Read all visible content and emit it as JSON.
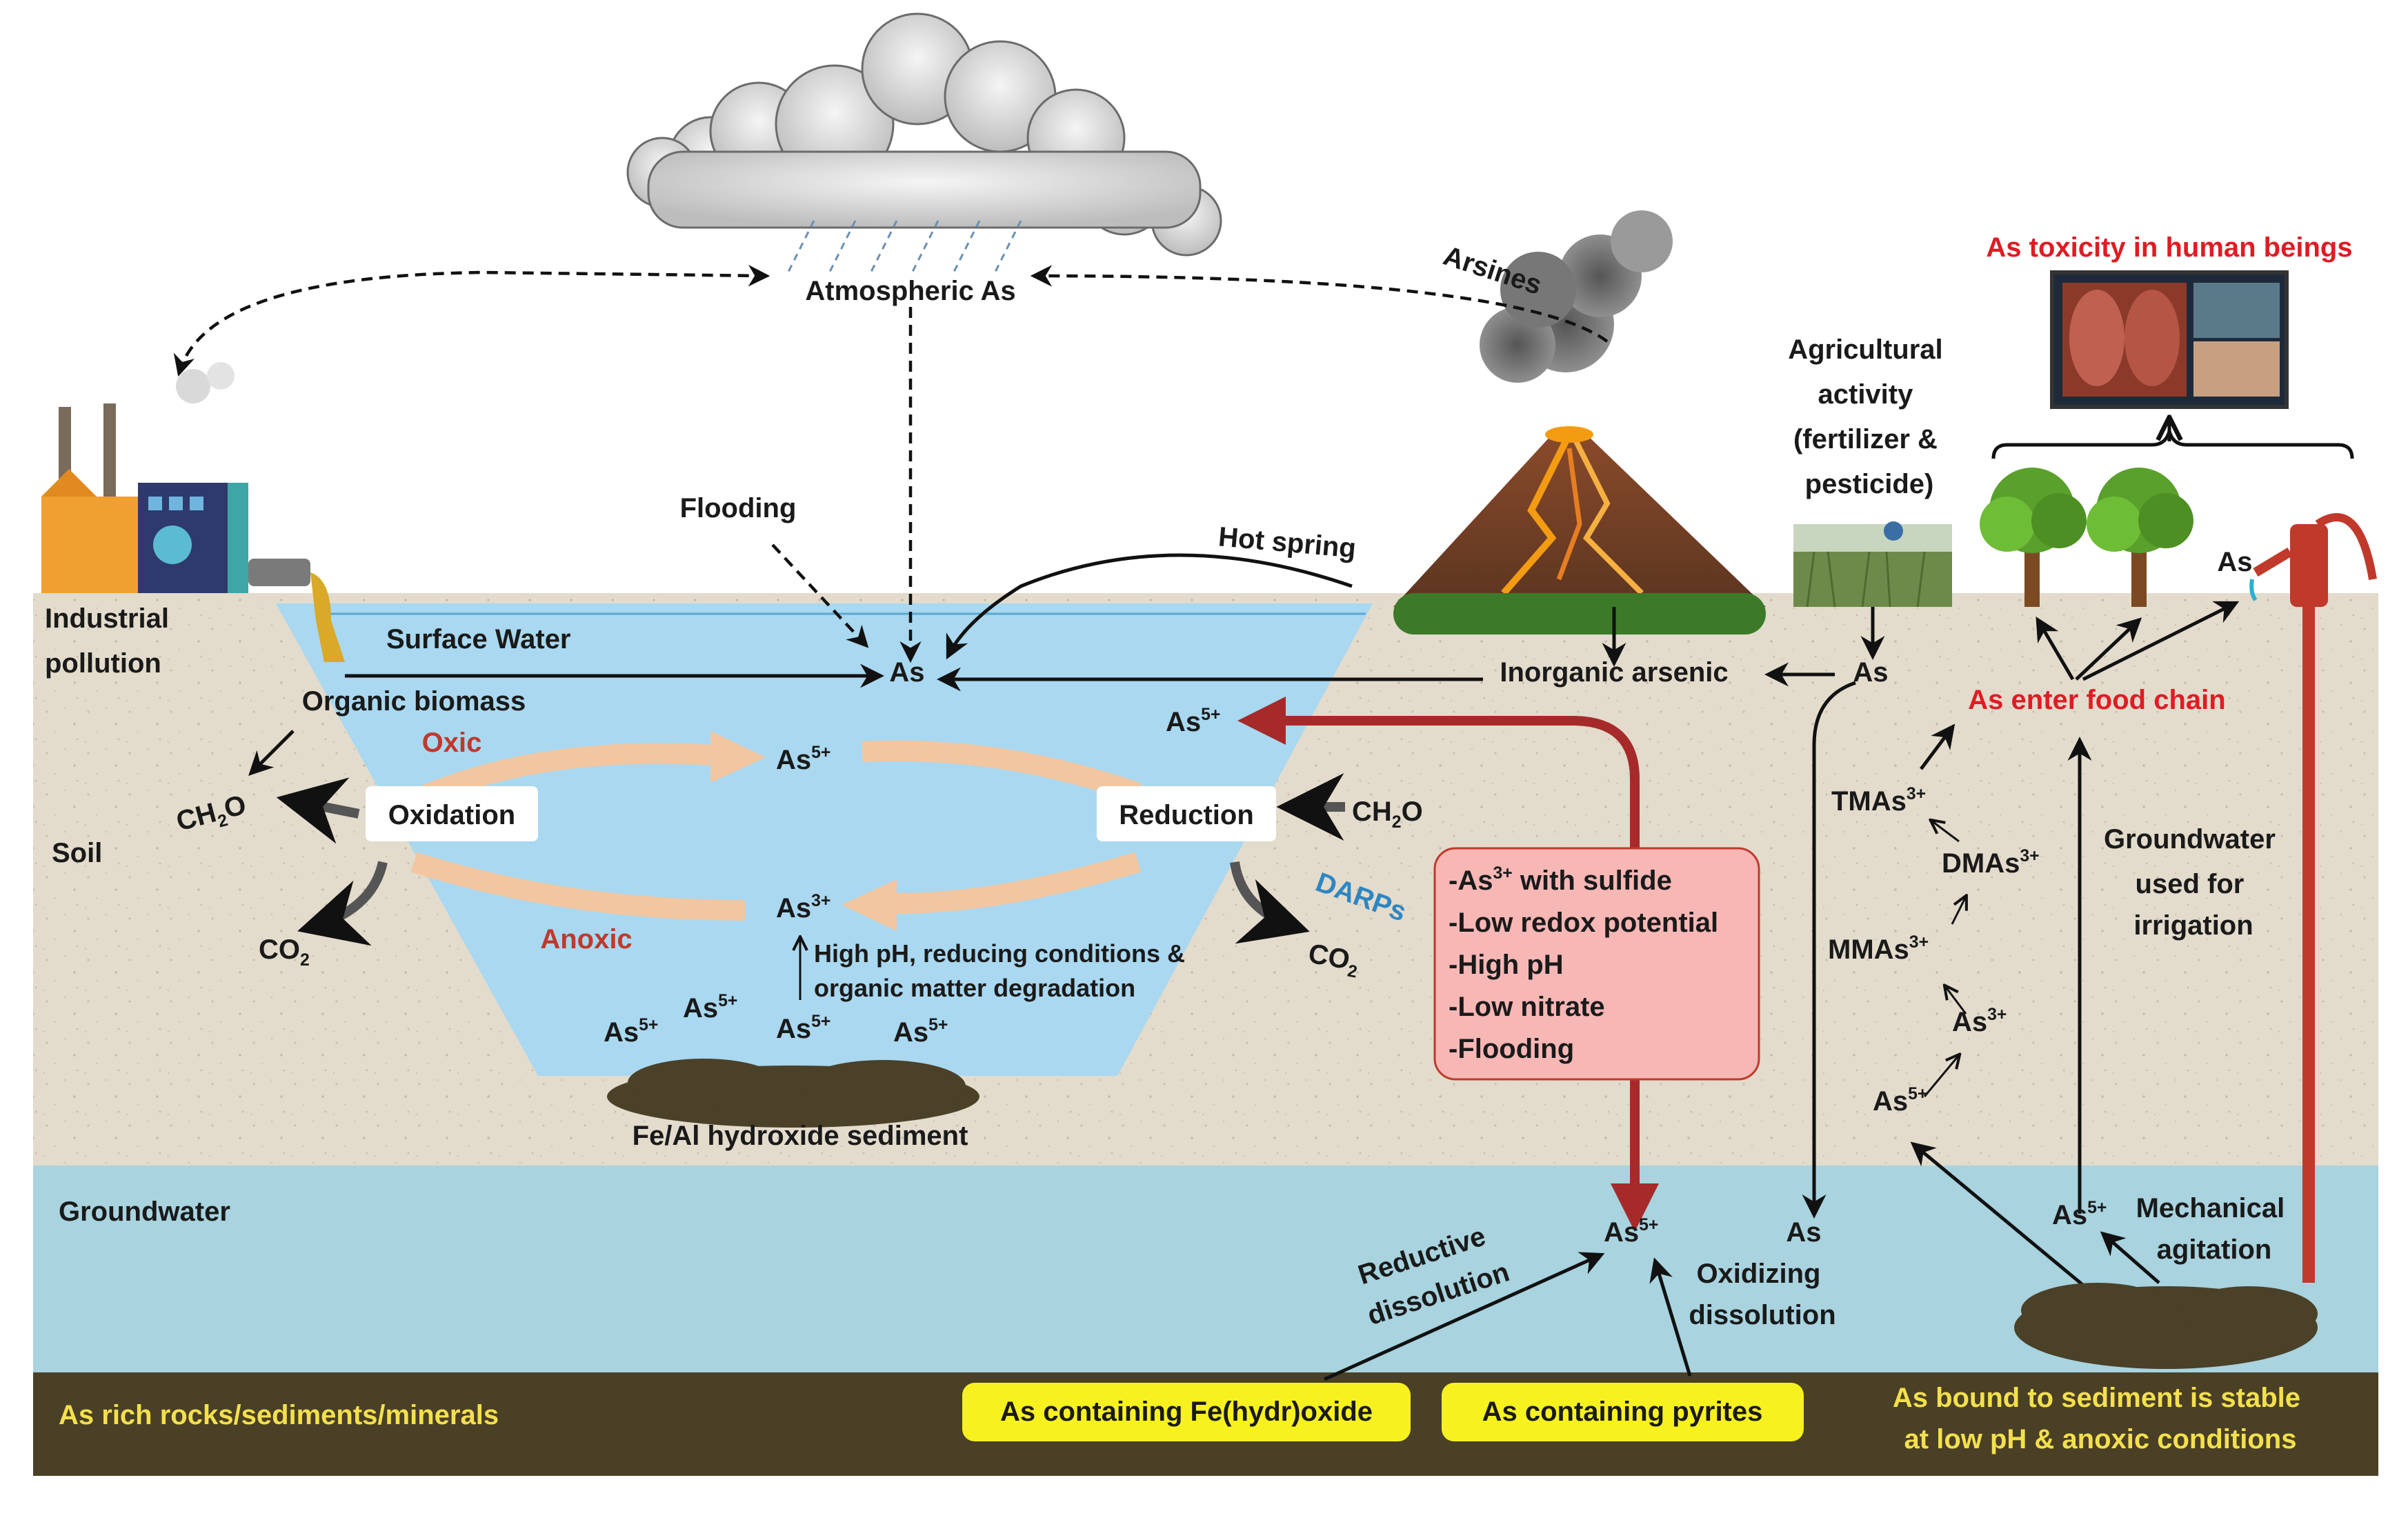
{
  "labels": {
    "atmospheric_as": "Atmospheric As",
    "arsines": "Arsines",
    "as_toxicity": "As toxicity in human beings",
    "agricultural_activity": [
      "Agricultural",
      "activity",
      "(fertilizer &",
      "pesticide)"
    ],
    "flooding": "Flooding",
    "hot_spring": "Hot spring",
    "industrial_pollution": [
      "Industrial",
      "pollution"
    ],
    "surface_water": "Surface Water",
    "as_center": "As",
    "inorganic_arsenic": "Inorganic arsenic",
    "as_agri": "As",
    "as_pump": "As",
    "organic_biomass": "Organic biomass",
    "oxic": "Oxic",
    "anoxic": "Anoxic",
    "oxidation": "Oxidation",
    "reduction": "Reduction",
    "darps": "DARPs",
    "soil": "Soil",
    "as_enter_food_chain": "As enter food chain",
    "tmas": "TMAs",
    "dmas": "DMAs",
    "mmas": "MMAs",
    "as3_chain": "As",
    "as5_chain": "As",
    "groundwater_irrigation": [
      "Groundwater",
      "used for",
      "irrigation"
    ],
    "high_ph_note": [
      "High pH, reducing conditions &",
      "organic matter degradation"
    ],
    "fe_al_sediment": "Fe/Al hydroxide sediment",
    "groundwater": "Groundwater",
    "reductive_dissolution": [
      "Reductive",
      "dissolution"
    ],
    "oxidizing_dissolution": [
      "Oxidizing",
      "dissolution"
    ],
    "as_gw_right": "As",
    "mechanical_agitation": [
      "Mechanical",
      "agitation"
    ],
    "as_rich_rocks": "As rich rocks/sediments/minerals",
    "fe_hydroxide_box": "As containing Fe(hydr)oxide",
    "pyrites_box": "As containing pyrites",
    "bound_sediment": [
      "As bound to sediment is stable",
      "at low pH & anoxic conditions"
    ],
    "ch2o_left": "CH",
    "co2_left": "CO",
    "ch2o_right": "CH",
    "co2_right": "CO",
    "as5_top_cycle": "As",
    "as3_cycle": "As",
    "as5_near_box": "As",
    "as5_groundwater": "As",
    "as5_sed": [
      "As",
      "As",
      "As",
      "As"
    ]
  },
  "conditions_box": [
    {
      "prefix": "-As",
      "sup": "3+",
      "suffix": " with sulfide"
    },
    {
      "prefix": "-Low redox potential",
      "sup": "",
      "suffix": ""
    },
    {
      "prefix": "-High pH",
      "sup": "",
      "suffix": ""
    },
    {
      "prefix": "-Low nitrate",
      "sup": "",
      "suffix": ""
    },
    {
      "prefix": "-Flooding",
      "sup": "",
      "suffix": ""
    }
  ],
  "superscripts": {
    "five_plus": "5+",
    "three_plus": "3+",
    "two": "2"
  },
  "colors": {
    "soil": "#e3dbcc",
    "surface_water": "#a9d8f0",
    "groundwater": "#a8d3df",
    "bedrock": "#4a4026",
    "red_arrow": "#a62a2a",
    "peach_arrow": "#f2c6a0",
    "conditions_box": "#f6b7b5",
    "yellow_box": "#f7f120"
  }
}
